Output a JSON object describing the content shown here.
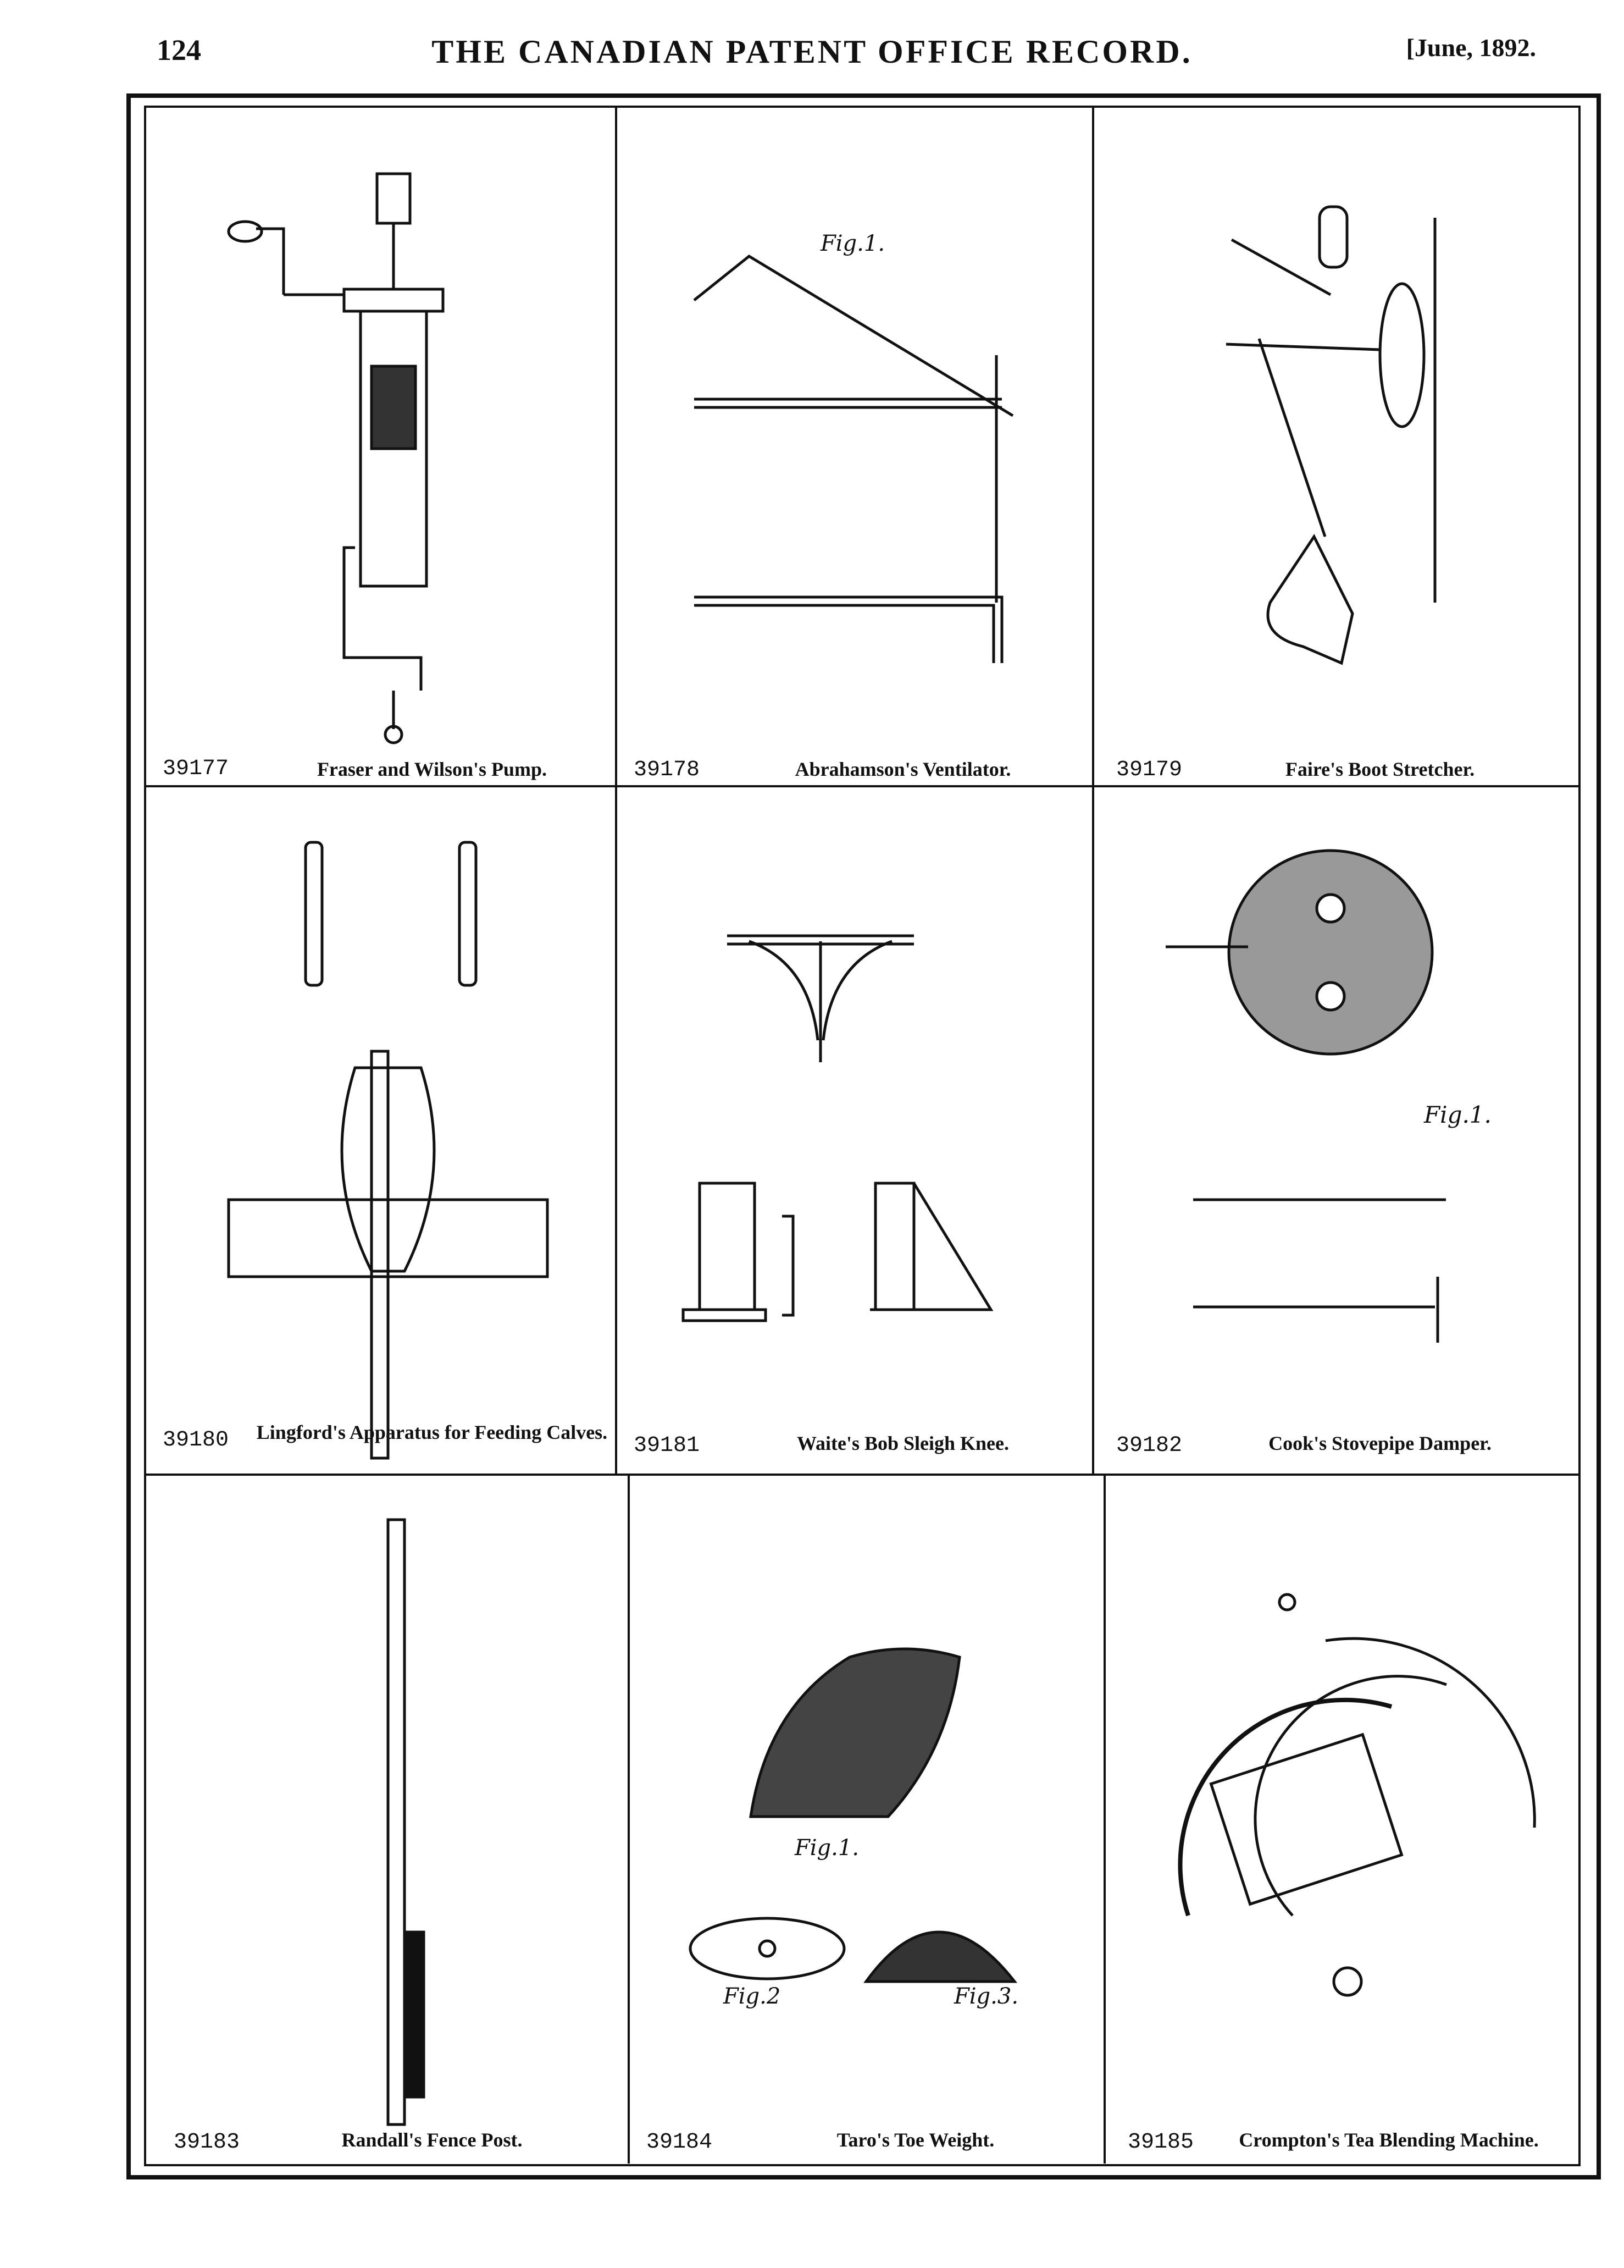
{
  "header": {
    "page_number": "124",
    "title": "THE CANADIAN PATENT OFFICE RECORD.",
    "date": "[June, 1892."
  },
  "patents": [
    {
      "number": "39177",
      "title": "Fraser and Wilson's Pump."
    },
    {
      "number": "39178",
      "title": "Abrahamson's Ventilator."
    },
    {
      "number": "39179",
      "title": "Faire's Boot Stretcher."
    },
    {
      "number": "39180",
      "title": "Lingford's Apparatus for Feeding Calves."
    },
    {
      "number": "39181",
      "title": "Waite's Bob Sleigh Knee."
    },
    {
      "number": "39182",
      "title": "Cook's Stovepipe Damper."
    },
    {
      "number": "39183",
      "title": "Randall's Fence Post."
    },
    {
      "number": "39184",
      "title": "Taro's Toe Weight."
    },
    {
      "number": "39185",
      "title": "Crompton's Tea Blending Machine."
    }
  ],
  "figure_labels": {
    "fig1": "Fig.1.",
    "fig2": "Fig.2",
    "fig3": "Fig.3."
  }
}
